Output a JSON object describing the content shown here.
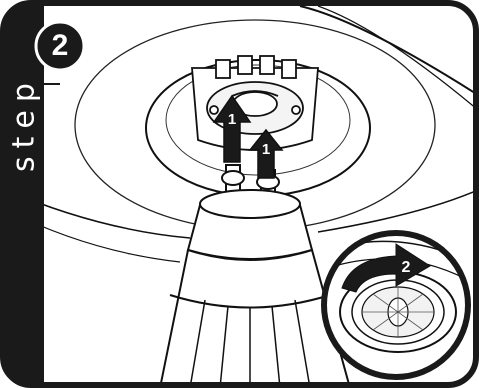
{
  "step": {
    "label": "step",
    "number": "2"
  },
  "markers": {
    "arrow_pin_left": "1",
    "arrow_pin_right": "1",
    "rotate_arrow": "2"
  },
  "colors": {
    "frame": "#1a1a1a",
    "background": "#ffffff",
    "line": "#111111"
  },
  "icons": {
    "step_badge": "number-circle-icon",
    "up_arrow": "up-arrow-icon",
    "rotate_arrow": "curved-arrow-icon",
    "bulb": "gu10-bulb",
    "magnifier": "magnified-inset"
  }
}
